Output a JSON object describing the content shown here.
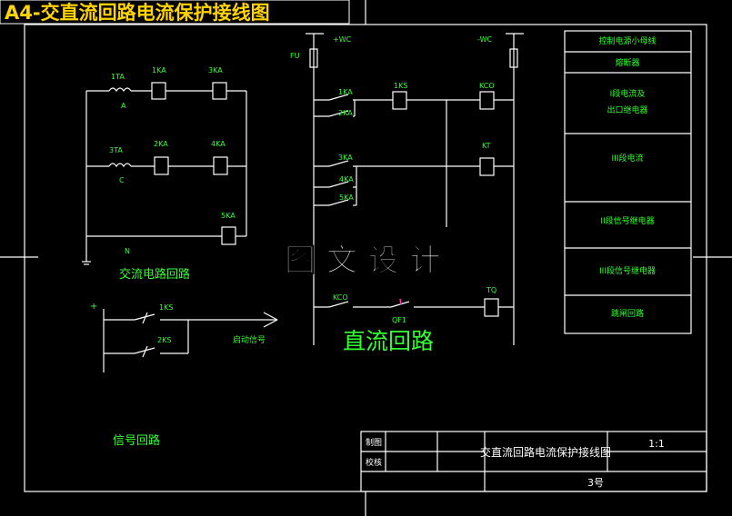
{
  "title": "A4-交直流回路电流保护接线图",
  "watermark": "图 文 设 计",
  "colors": {
    "background": "#000000",
    "line": "#ffffff",
    "label": "#33ff33",
    "title": "#ffd400",
    "watermark": "#ffffff",
    "accent": "#ff33aa"
  },
  "ac": {
    "section_label": "交流电路回路",
    "ta1": "1TA",
    "phase_a": "A",
    "ta3": "3TA",
    "phase_c": "C",
    "neutral": "N",
    "relays": [
      "1KA",
      "3KA",
      "2KA",
      "4KA",
      "5KA"
    ]
  },
  "dc": {
    "fuse": "FU",
    "plus": "+WC",
    "minus": "-WC",
    "contacts": [
      "1KA",
      "2KA",
      "3KA",
      "4KA",
      "5KA",
      "KCO",
      "QF1"
    ],
    "coils": [
      "1KS",
      "KCO",
      "KT",
      "TQ"
    ],
    "section_label": "直流回路"
  },
  "signal": {
    "plus": "+",
    "ks1": "1KS",
    "ks2": "2KS",
    "start_signal": "启动信号",
    "section_label": "信号回路"
  },
  "legend": [
    "控制电源小母线",
    "熔断器",
    "I段电流及",
    "出口继电器",
    "III段电流",
    "II段信号继电器",
    "III段信号继电器",
    "跳闸回路"
  ],
  "titleblock": {
    "drawn": "制图",
    "checked": "校核",
    "name": "交直流回路电流保护接线图",
    "scale": "1:1",
    "number": "3号"
  }
}
